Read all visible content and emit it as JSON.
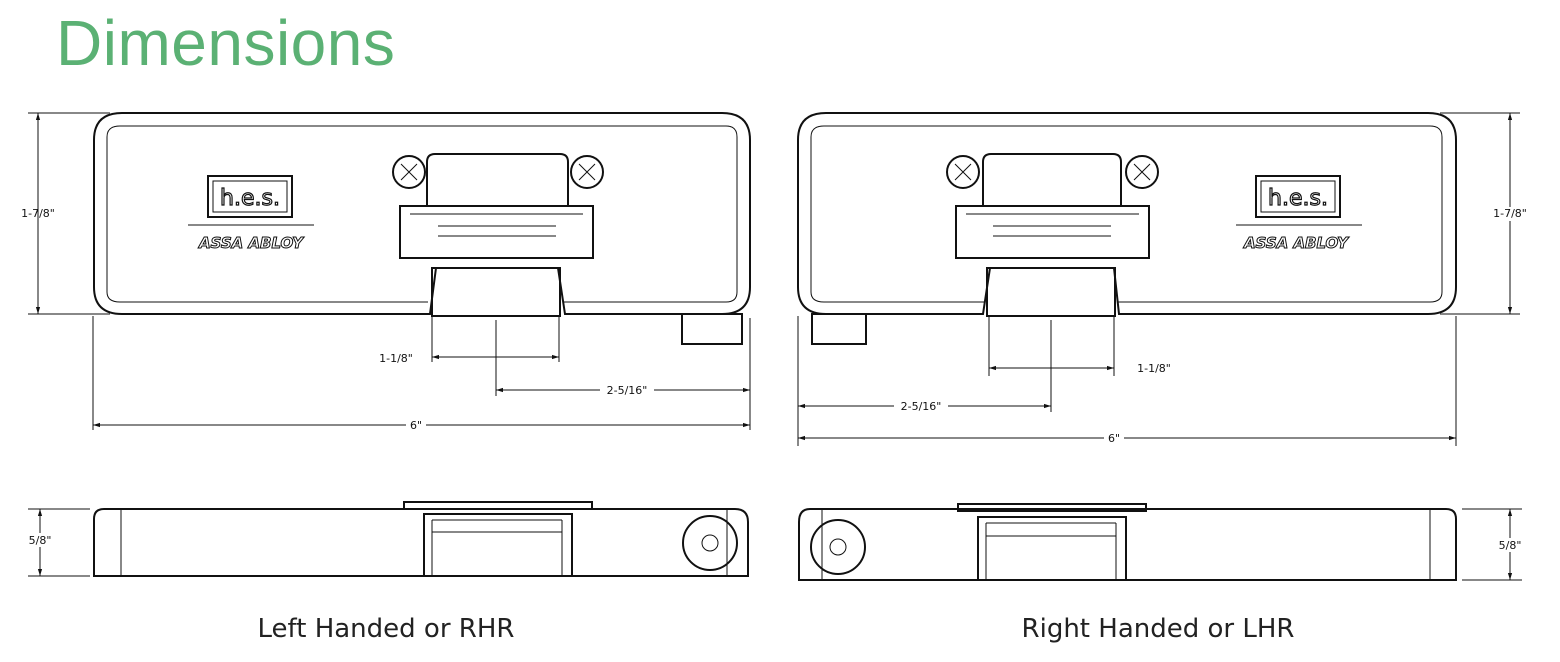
{
  "title": "Dimensions",
  "views": {
    "left": {
      "caption": "Left Handed or RHR",
      "height_label": "1-7/8\"",
      "keeper_label": "1-1/8\"",
      "offset_label": "2-5/16\"",
      "width_label": "6\"",
      "depth_label": "5/8\""
    },
    "right": {
      "caption": "Right Handed or LHR",
      "height_label": "1-7/8\"",
      "keeper_label": "1-1/8\"",
      "offset_label": "2-5/16\"",
      "width_label": "6\"",
      "depth_label": "5/8\""
    }
  },
  "logo": {
    "brand": "h.e.s.",
    "company": "ASSA ABLOY"
  }
}
